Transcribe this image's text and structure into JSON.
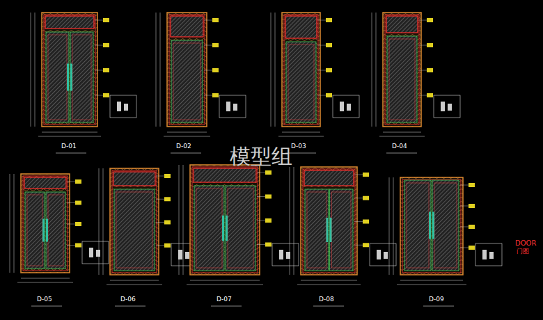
{
  "diagram": {
    "labels": [
      "D-01",
      "D-02",
      "D-03",
      "D-04",
      "D-05",
      "D-06",
      "D-07",
      "D-08",
      "D-09",
      "模型组",
      "DOOR",
      "门图"
    ]
  }
}
